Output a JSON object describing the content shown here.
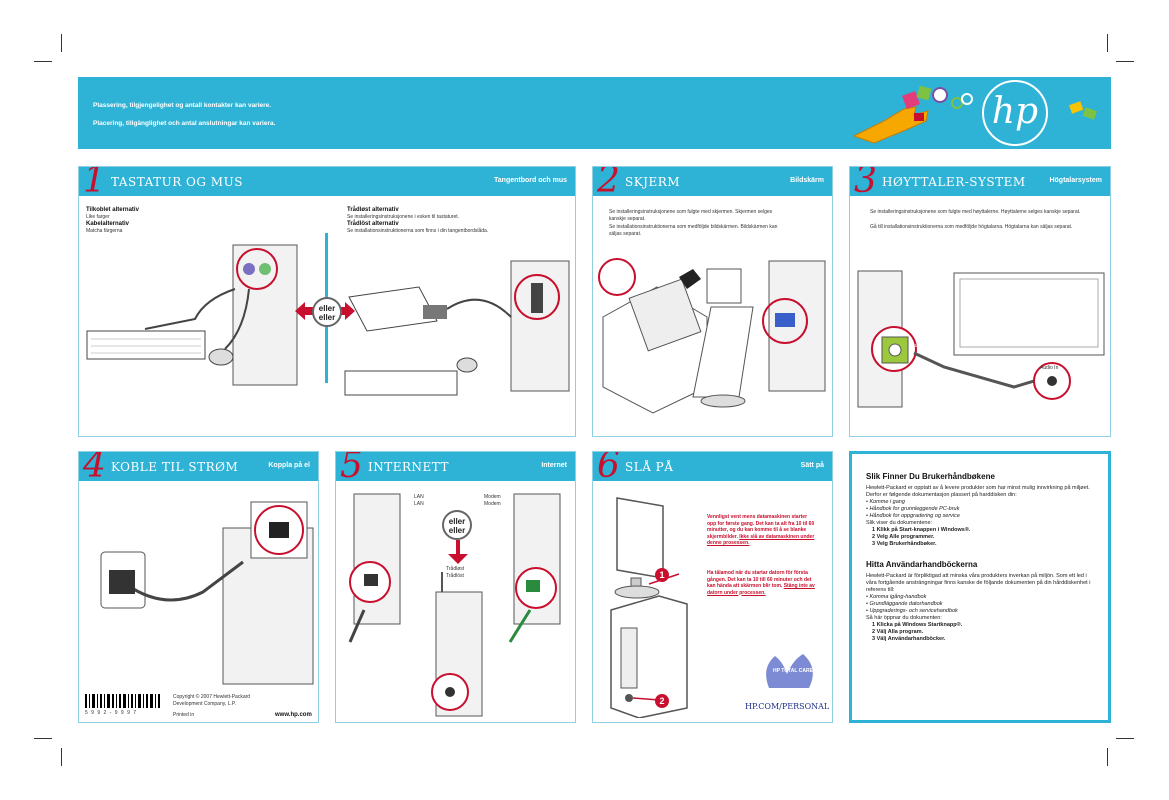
{
  "banner": {
    "note_no": "Plassering, tilgjengelighet og antall kontakter kan variere.",
    "note_sv": "Placering, tillgänglighet och antal anslutningar kan variera.",
    "logo_text": "hp"
  },
  "panels": [
    {
      "num": "1",
      "title": "TASTATUR OG MUS",
      "subtitle": "Tangentbord och mus"
    },
    {
      "num": "2",
      "title": "SKJERM",
      "subtitle": "Bildskärm"
    },
    {
      "num": "3",
      "title": "HØYTTALER-SYSTEM",
      "subtitle": "Högtalarsystem"
    },
    {
      "num": "4",
      "title": "KOBLE TIL STRØM",
      "subtitle": "Koppla på el"
    },
    {
      "num": "5",
      "title": "INTERNETT",
      "subtitle": "Internet"
    },
    {
      "num": "6",
      "title": "SLÅ PÅ",
      "subtitle": "Sätt på"
    }
  ],
  "p1": {
    "wired_no": "Tilkoblet alternativ",
    "wired_sv": "Like farger",
    "cable_no": "Kabelalternativ",
    "cable_sv": "Matcha färgerna",
    "wireless_no": "Trådløst alternativ",
    "wireless_no_text": "Se installeringsinstruksjonene i esken til tastaturet.",
    "wireless_sv": "Trådlöst alternativ",
    "wireless_sv_text": "Se installationsinstruktionerna som finns i din tangentbordslåda.",
    "or1": "eller",
    "or2": "eller"
  },
  "p2": {
    "text_no": "Se installeringsinstruksjonene som fulgte med skjermen. Skjermen selges kanskje separat.",
    "text_sv": "Se installationsinstruktionerna som medföljde bildskärmen. Bildskärmen kan säljas separat."
  },
  "p3": {
    "text_no": "Se installeringsinstruksjonene som fulgte med høyttalerne. Høyttalerne selges kanskje separat.",
    "text_sv": "Gå till installationsinstruktionerna som medföljde högtalarna. Högtalarna kan säljas separat.",
    "out_label": "out",
    "audio_label": "Audio In"
  },
  "p4": {
    "copyright": "Copyright © 2007 Hewlett-Packard Development Company, L.P.",
    "printed": "Printed in",
    "url": "www.hp.com",
    "barcode_num": "5 9 9 2 - 9 9 9 7"
  },
  "p5": {
    "lan1": "LAN",
    "lan2": "LAN",
    "modem1": "Modem",
    "modem2": "Modem",
    "wireless1": "Trådløst",
    "wireless2": "Trådlöst",
    "or1": "eller",
    "or2": "eller"
  },
  "p6": {
    "text_no": "Vennligst vent mens datamaskinen starter opp for første gang. Det kan ta alt fra 10 til 60 minutter, og du kan komme til å se blanke skjermbilder.",
    "text_no_warn": "Ikke slå av datamaskinen under denne prosessen.",
    "text_sv": "Ha tålamod när du startar datorn för första gången. Det kan ta 10 till 60 minuter och det kan hända att skärmen blir tom.",
    "text_sv_warn": "Stäng inte av datorn under processen.",
    "step1": "1",
    "step2": "2",
    "care_text": "HP TOTAL CARE",
    "url": "HP.COM/PERSONAL"
  },
  "guide": {
    "title_no": "Slik Finner Du Brukerhåndbøkene",
    "intro_no": "Hewlett-Packard er opptatt av å levere produkter som har minst mulig innvirkning på miljøet. Derfor er følgende dokumentasjon plassert på harddisken din:",
    "items_no": [
      "• Komme i gang",
      "• Håndbok for grunnleggende PC-bruk",
      "• Håndbok for oppgradering og service"
    ],
    "view_no": "Slik viser du dokumentene:",
    "steps_no": [
      "1 Klikk på Start-knappen i Windows®.",
      "2 Velg Alle programmer.",
      "3 Velg Brukerhåndbøker."
    ],
    "title_sv": "Hitta Användarhandböckerna",
    "intro_sv": "Hewlett-Packard är förpliktigad att minska våra produkters inverkan på miljön. Som ett led i våra fortgående ansträngningar finns kanske de följande dokumenten på din hårddiskenhet i referens till:",
    "items_sv": [
      "• Komma igång-handbok",
      "• Grundläggande datorhandbok",
      "• Uppgraderings- och servicehandbok"
    ],
    "view_sv": "Så här öppnar du dokumenten:",
    "steps_sv": [
      "1 Klicka på Windows Startknapp®.",
      "2 Välj Alla program.",
      "3 Välj Användarhandböcker."
    ]
  },
  "colors": {
    "accent": "#2eb3d6",
    "red": "#c8102e"
  }
}
